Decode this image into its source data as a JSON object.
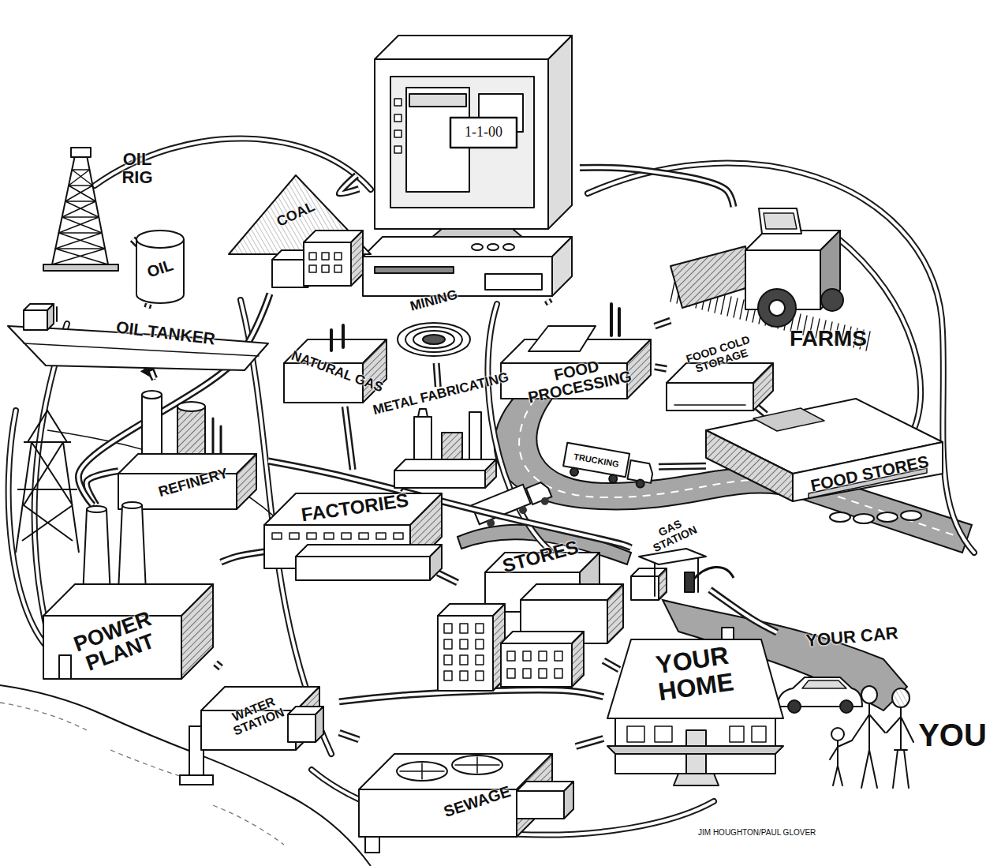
{
  "diagram": {
    "nodes": [
      {
        "text": [
          "1-1-00"
        ]
      },
      {
        "text": [
          "OIL RIG"
        ]
      },
      {
        "text": [
          "COAL"
        ]
      },
      {
        "text": [
          "OIL"
        ]
      },
      {
        "text": [
          "FARMS"
        ]
      },
      {
        "text": [
          "OIL TANKER"
        ]
      },
      {
        "text": [
          "MINING"
        ]
      },
      {
        "text": [
          "NATURAL GAS"
        ]
      },
      {
        "text": [
          "FOOD PROCESSING"
        ]
      },
      {
        "text": [
          "FOOD COLD STORAGE"
        ]
      },
      {
        "text": [
          "METAL FABRICATING"
        ]
      },
      {
        "text": [
          "REFINERY"
        ]
      },
      {
        "text": [
          "TRUCKING"
        ]
      },
      {
        "text": [
          "FOOD STORES"
        ]
      },
      {
        "text": [
          "FACTORIES"
        ]
      },
      {
        "text": [
          "GAS STATION"
        ]
      },
      {
        "text": [
          "STORES"
        ]
      },
      {
        "text": [
          "POWER PLANT"
        ]
      },
      {
        "text": [
          "YOUR CAR"
        ]
      },
      {
        "text": [
          "YOUR HOME"
        ]
      },
      {
        "text": [
          "WATER STATION"
        ]
      },
      {
        "text": [
          "SEWAGE"
        ]
      },
      {
        "text": [
          "YOU"
        ]
      }
    ],
    "edges": [
      {
        "from": 0,
        "to": 2,
        "arrow": "none"
      },
      {
        "from": 0,
        "to": 4,
        "arrow": "none"
      },
      {
        "from": 0,
        "to": 6,
        "arrow": "none"
      },
      {
        "from": 0,
        "to": 8,
        "arrow": "none"
      },
      {
        "from": 1,
        "to": 3,
        "arrow": "none"
      },
      {
        "from": 3,
        "to": 5,
        "arrow": "none"
      },
      {
        "from": 5,
        "to": 11,
        "arrow": "to"
      },
      {
        "from": 11,
        "to": 17,
        "arrow": "none"
      },
      {
        "from": 11,
        "to": 15,
        "arrow": "none"
      },
      {
        "from": 7,
        "to": 14,
        "arrow": "none"
      },
      {
        "from": 10,
        "to": 14,
        "arrow": "none"
      },
      {
        "from": 6,
        "to": 10,
        "arrow": "none"
      },
      {
        "from": 17,
        "to": 14,
        "arrow": "none"
      },
      {
        "from": 17,
        "to": 20,
        "arrow": "none"
      },
      {
        "from": 20,
        "to": 21,
        "arrow": "none"
      },
      {
        "from": 20,
        "to": 19,
        "arrow": "none"
      },
      {
        "from": 21,
        "to": 19,
        "arrow": "none"
      },
      {
        "from": 4,
        "to": 8,
        "arrow": "none"
      },
      {
        "from": 8,
        "to": 9,
        "arrow": "none"
      },
      {
        "from": 9,
        "to": 13,
        "arrow": "none"
      },
      {
        "from": 12,
        "to": 13,
        "arrow": "none"
      },
      {
        "from": 14,
        "to": 16,
        "arrow": "none"
      },
      {
        "from": 15,
        "to": 18,
        "arrow": "none"
      },
      {
        "from": 16,
        "to": 19,
        "arrow": "none"
      },
      {
        "from": 2,
        "to": 17,
        "arrow": "none"
      }
    ],
    "labels": [
      "JIM HOUGHTON/PAUL GLOVER"
    ]
  }
}
